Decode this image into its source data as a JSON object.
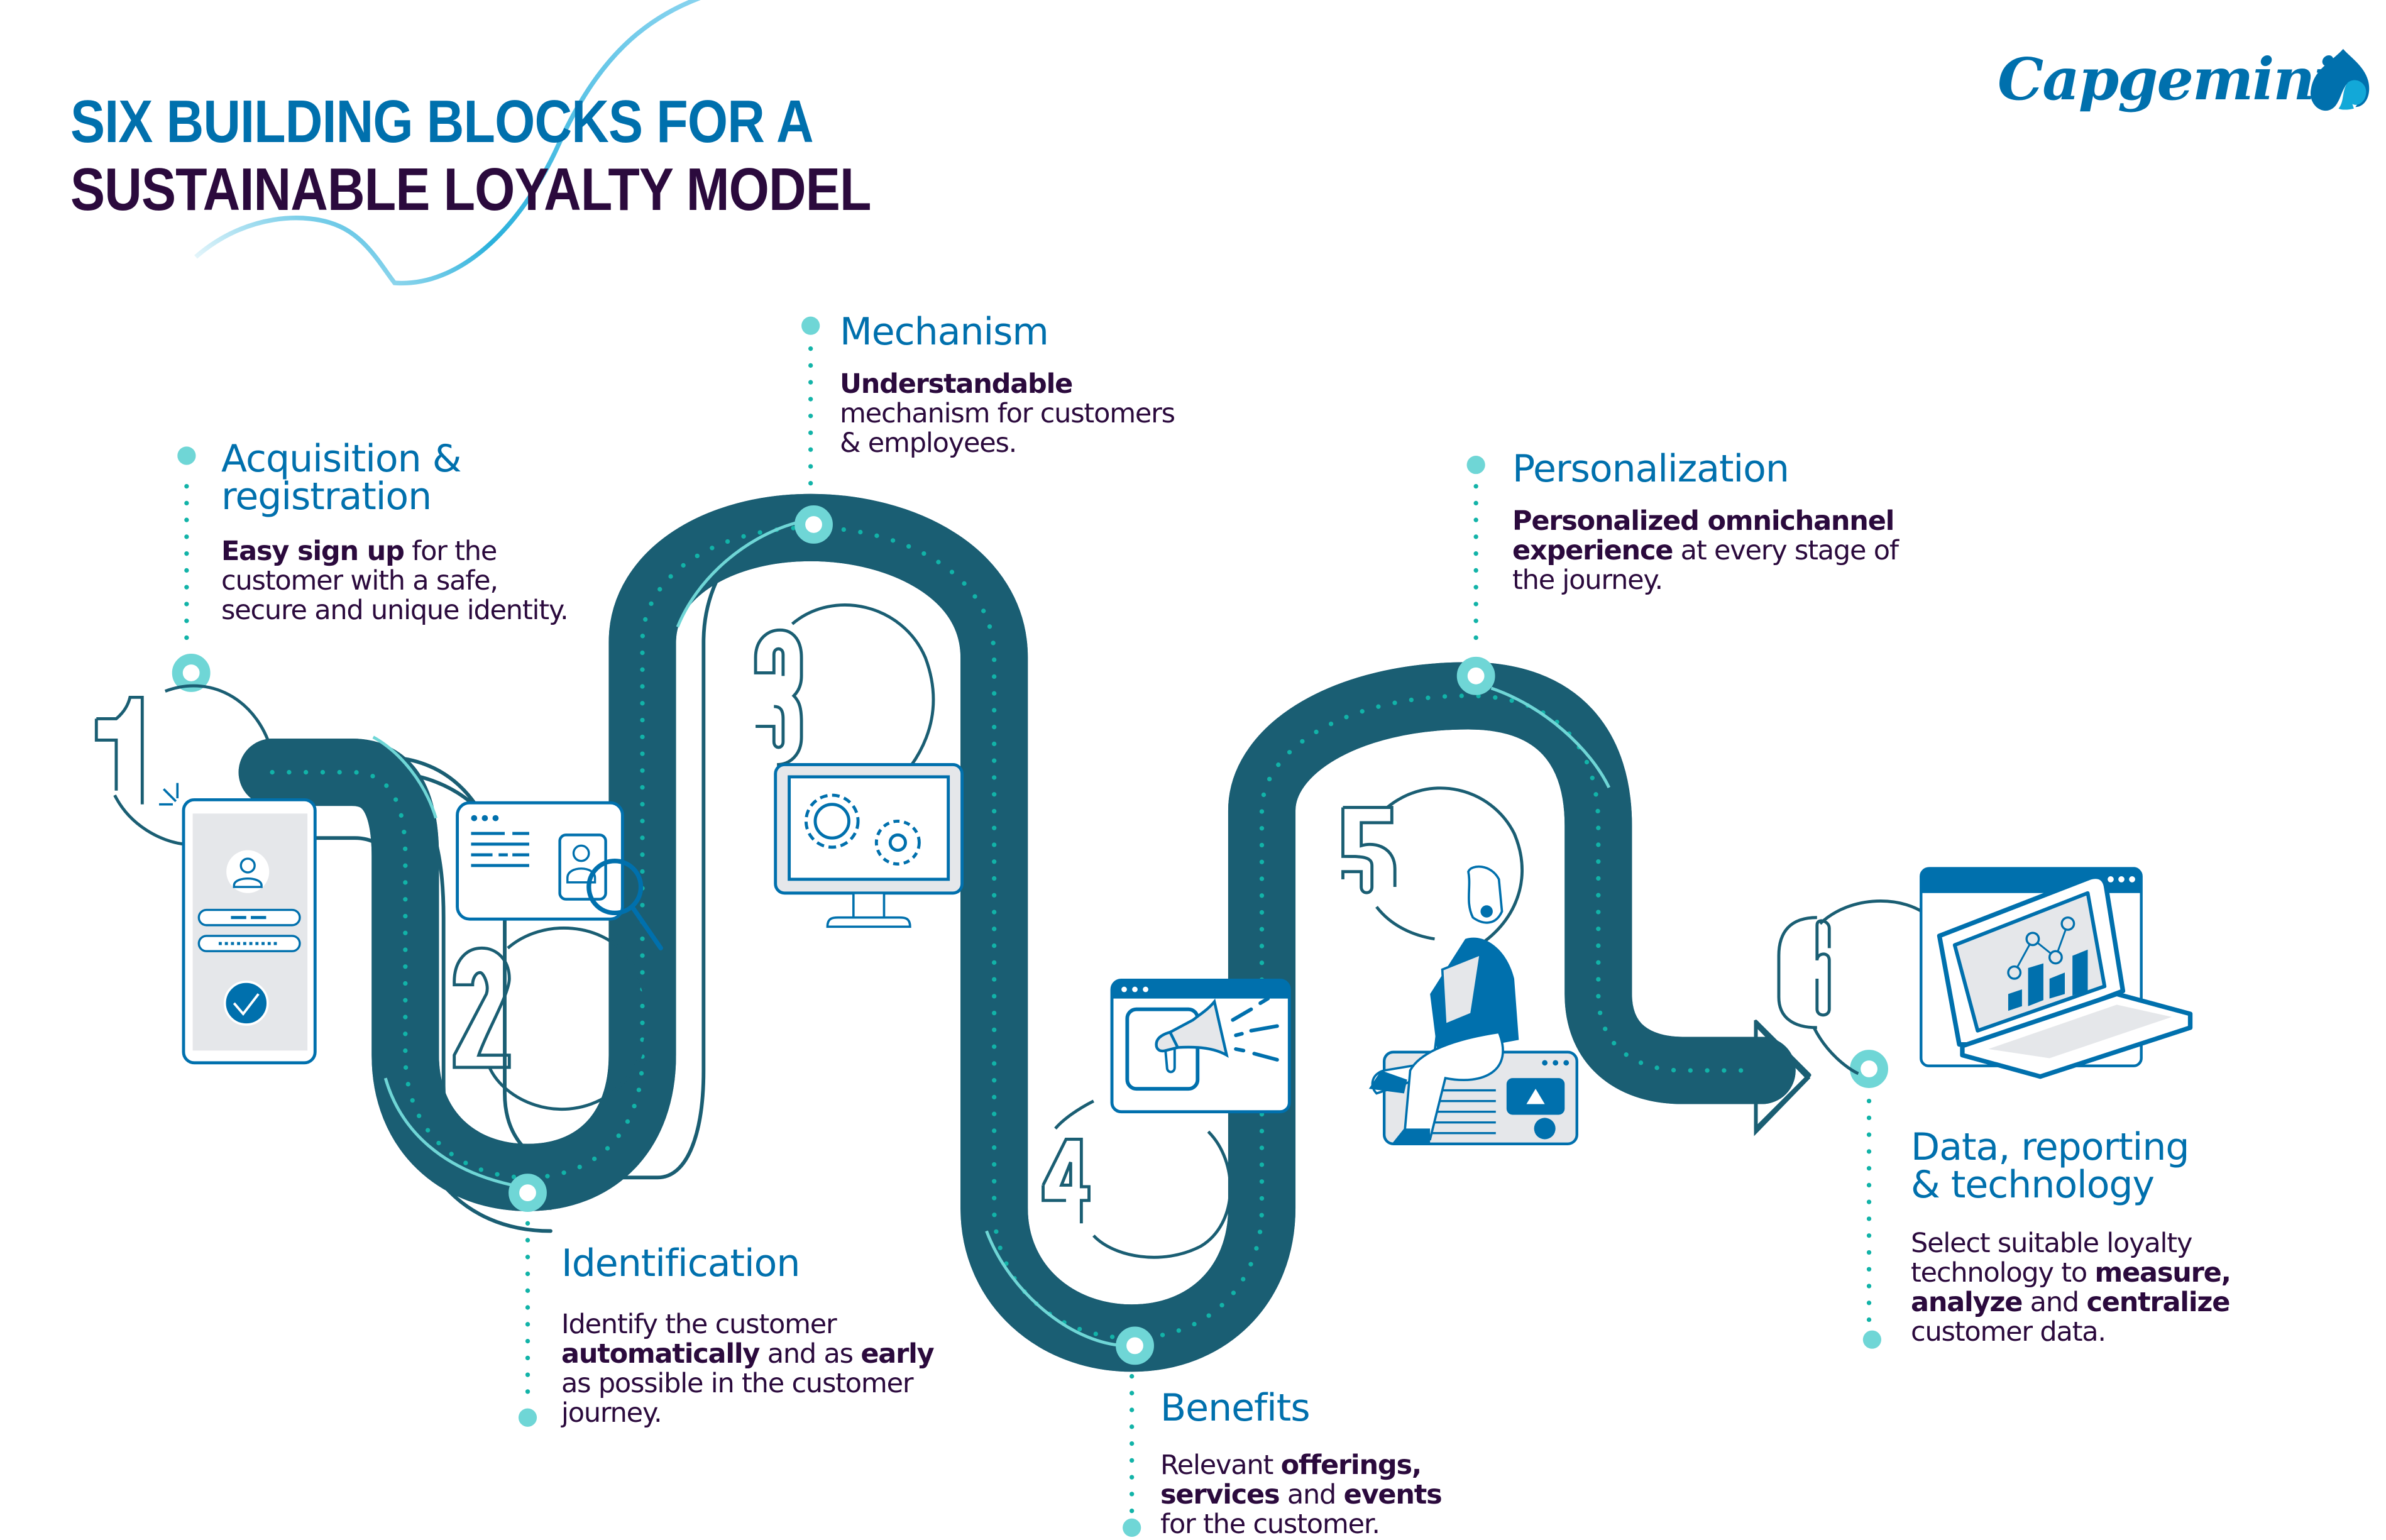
{
  "header": {
    "title_line1": "SIX BUILDING BLOCKS FOR A",
    "title_line2": "SUSTAINABLE LOYALTY MODEL",
    "brand": "Capgemini",
    "brand_icon": "spade-icon"
  },
  "colors": {
    "primary_blue": "#0070ad",
    "dark_purple": "#2b0a3d",
    "teal_accent": "#6fd6d6",
    "teal_dots": "#12b3a8",
    "road_line": "#1a5e73",
    "light_gray_fill": "#e5e7ea"
  },
  "steps": [
    {
      "number": "1",
      "title_line1": "Acquisition &",
      "title_line2": "registration",
      "desc": [
        [
          {
            "t": "Easy sign up",
            "b": true
          },
          {
            "t": " for the",
            "b": false
          }
        ],
        [
          {
            "t": "customer with a safe,",
            "b": false
          }
        ],
        [
          {
            "t": "secure and unique identity.",
            "b": false
          }
        ]
      ],
      "icon": "mobile-login-icon"
    },
    {
      "number": "2",
      "title_line1": "Identification",
      "title_line2": "",
      "desc": [
        [
          {
            "t": "Identify the customer",
            "b": false
          }
        ],
        [
          {
            "t": "automatically",
            "b": true
          },
          {
            "t": " and as ",
            "b": false
          },
          {
            "t": "early",
            "b": true
          }
        ],
        [
          {
            "t": "as possible in the customer",
            "b": false
          }
        ],
        [
          {
            "t": "journey.",
            "b": false
          }
        ]
      ],
      "icon": "id-card-search-icon"
    },
    {
      "number": "3",
      "title_line1": "Mechanism",
      "title_line2": "",
      "desc": [
        [
          {
            "t": "Understandable",
            "b": true
          }
        ],
        [
          {
            "t": "mechanism for customers",
            "b": false
          }
        ],
        [
          {
            "t": "& employees.",
            "b": false
          }
        ]
      ],
      "icon": "monitor-gears-icon"
    },
    {
      "number": "4",
      "title_line1": "Benefits",
      "title_line2": "",
      "desc": [
        [
          {
            "t": "Relevant ",
            "b": false
          },
          {
            "t": "offerings,",
            "b": true
          }
        ],
        [
          {
            "t": "services",
            "b": true
          },
          {
            "t": " and ",
            "b": false
          },
          {
            "t": "events",
            "b": true
          }
        ],
        [
          {
            "t": "for the customer.",
            "b": false
          }
        ]
      ],
      "icon": "megaphone-browser-icon"
    },
    {
      "number": "5",
      "title_line1": "Personalization",
      "title_line2": "",
      "desc": [
        [
          {
            "t": "Personalized omnichannel",
            "b": true
          }
        ],
        [
          {
            "t": "experience",
            "b": true
          },
          {
            "t": " at every stage of",
            "b": false
          }
        ],
        [
          {
            "t": "the journey.",
            "b": false
          }
        ]
      ],
      "icon": "person-laptop-icon"
    },
    {
      "number": "6",
      "title_line1": "Data, reporting",
      "title_line2": "& technology",
      "desc": [
        [
          {
            "t": "Select suitable loyalty",
            "b": false
          }
        ],
        [
          {
            "t": "technology to ",
            "b": false
          },
          {
            "t": "measure,",
            "b": true
          }
        ],
        [
          {
            "t": "analyze",
            "b": true
          },
          {
            "t": " and ",
            "b": false
          },
          {
            "t": "centralize",
            "b": true
          }
        ],
        [
          {
            "t": "customer data.",
            "b": false
          }
        ]
      ],
      "icon": "laptop-chart-icon"
    }
  ]
}
